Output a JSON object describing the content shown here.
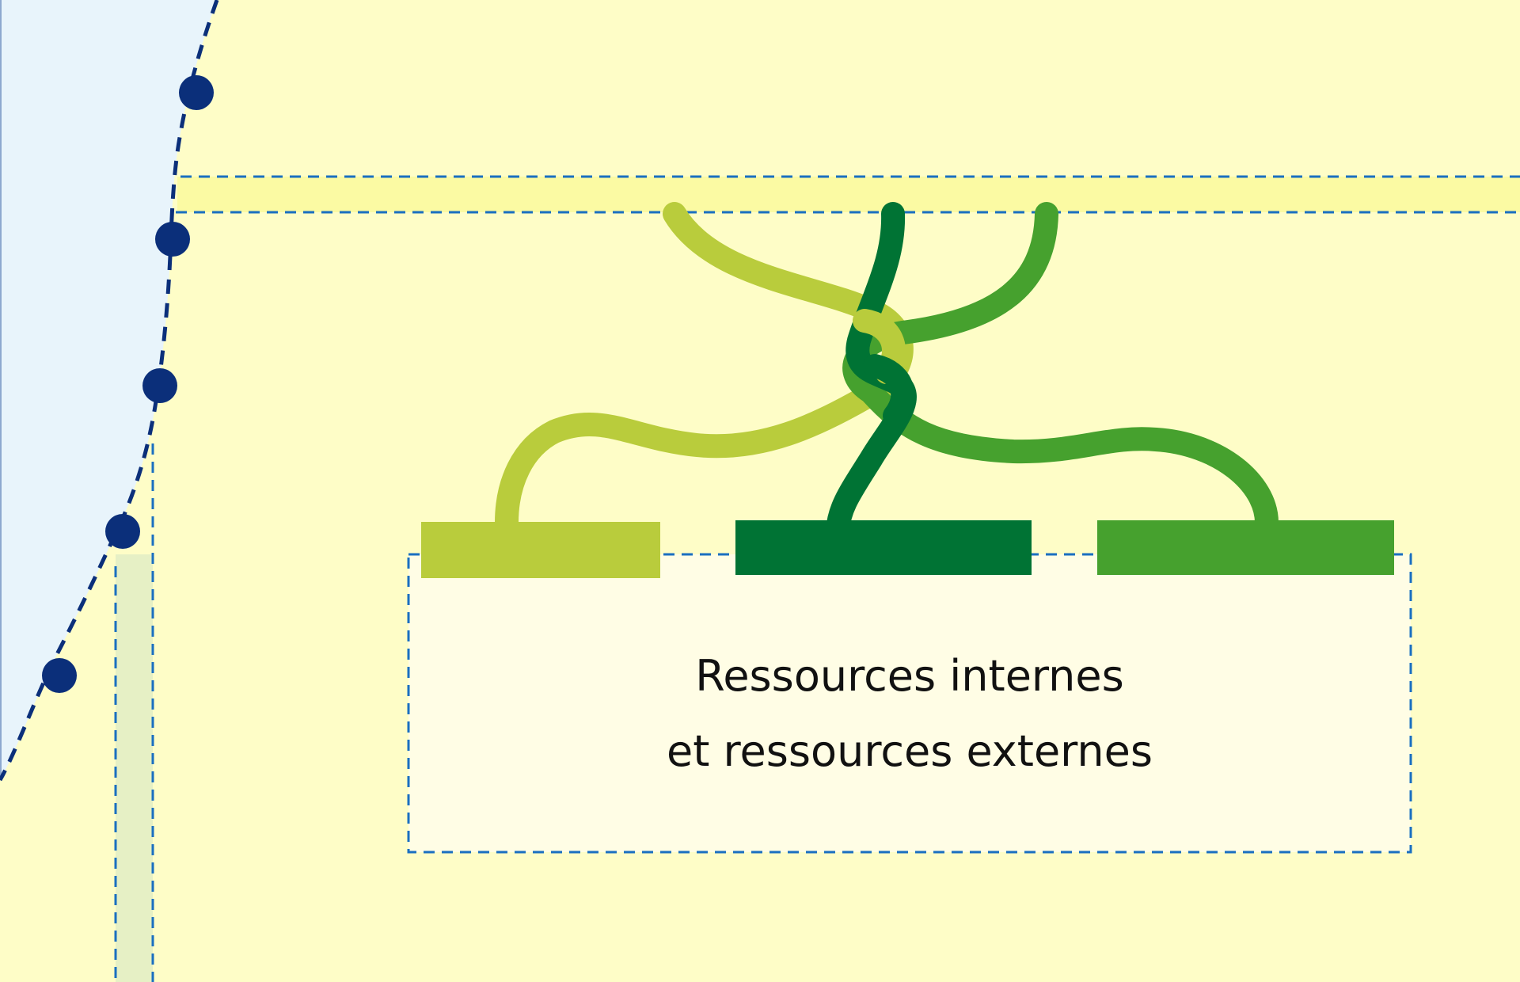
{
  "caption": {
    "line1": "Ressources internes",
    "line2": "et ressources externes"
  },
  "colors": {
    "background": "#fefdc7",
    "sky": "#e8f4fb",
    "band": "#fbfaa3",
    "caption_box": "#fffde5",
    "vertical_strip": "#e6f0c5",
    "dashed_blue": "#1a6fc0",
    "navy_dots": "#0b2f7a",
    "light_green": "#b9cc3c",
    "dark_green": "#007334",
    "mid_green": "#46a12e"
  },
  "icons": {
    "strands": "braided-rope",
    "blocks": "resource-blocks"
  }
}
